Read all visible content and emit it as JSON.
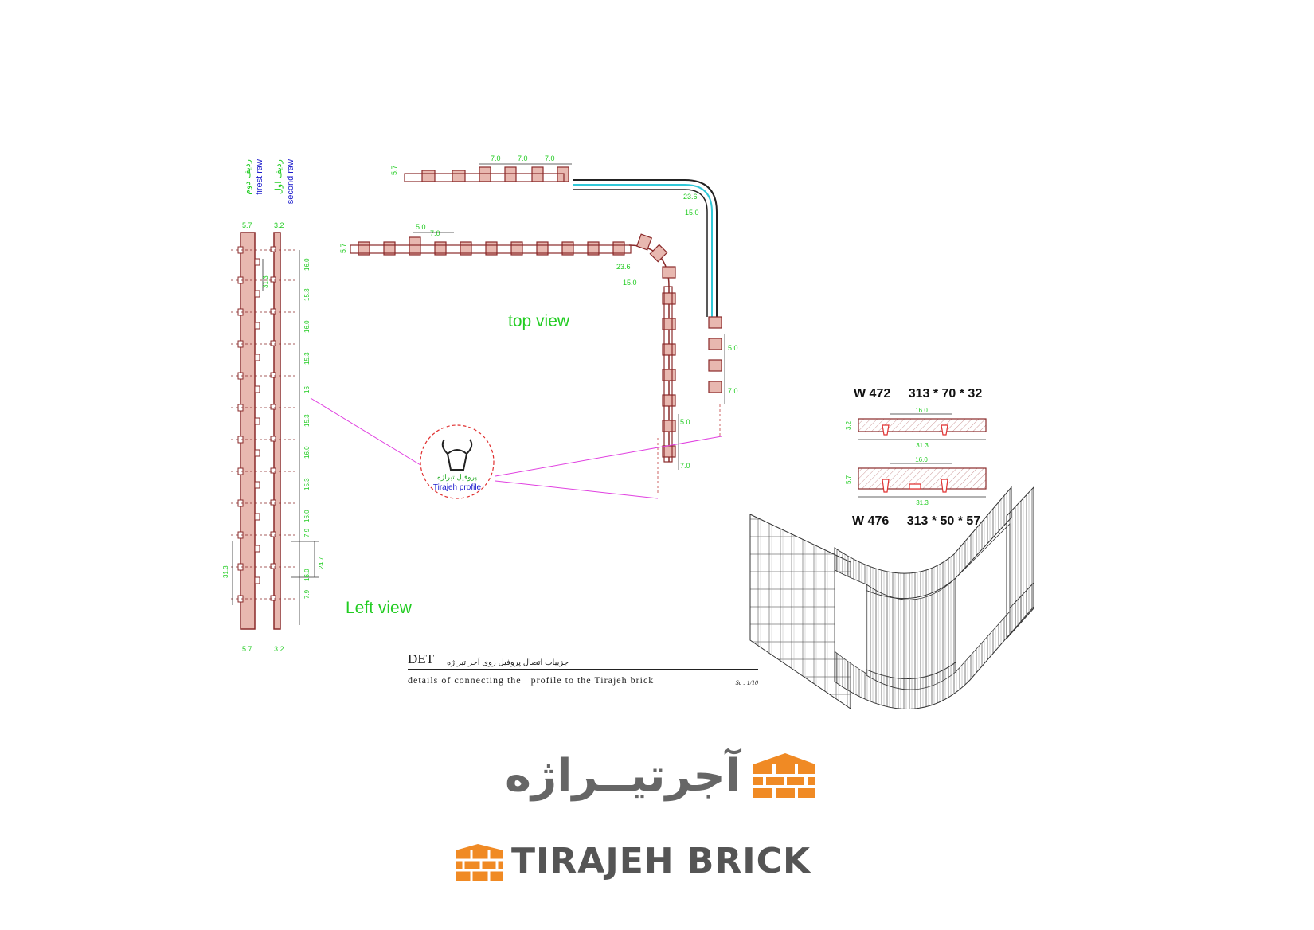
{
  "labels": {
    "top_view": "top view",
    "left_view": "Left view",
    "profile_en": "Tirajeh profile",
    "profile_fa": "پروفیل تیراژه",
    "row_second_fa": "ردیف دوم",
    "row_second_en": "firest raw",
    "row_first_fa": "ردیف اول",
    "row_first_en": "second raw"
  },
  "bricks": [
    {
      "code": "W 472",
      "size": "313 * 70 * 32",
      "dim_top": "16.0",
      "dim_bottom": "31.3",
      "dim_side": "3.2"
    },
    {
      "code": "W 476",
      "size": "313 * 50 * 57",
      "dim_top": "16.0",
      "dim_bottom": "31.3",
      "dim_side": "5.7"
    }
  ],
  "title_block": {
    "det": "DET",
    "title_fa": "جزییات اتصال پروفیل روی آجر تیراژه",
    "title_en": "details of connecting the   profile to the Tirajeh brick",
    "scale": "Sc : 1/10"
  },
  "dimensions": {
    "top_row_upper": [
      "7.0",
      "7.0",
      "7.0"
    ],
    "top_row_lower": [
      "5.0",
      "7.0"
    ],
    "radius_a": "23.6",
    "radius_b": "15.0",
    "side_a": "5.0",
    "side_b": "7.0",
    "left_top": [
      "5.7",
      "3.2"
    ],
    "left_bottom": [
      "5.7",
      "3.2"
    ],
    "left_series": [
      "16.0",
      "15.3",
      "16.0",
      "15.3",
      "16",
      "15.3",
      "16.0",
      "15.3",
      "16.0",
      "7.9",
      "16.0",
      "7.9"
    ],
    "left_span_a": "31.3",
    "left_span_b": "31.3",
    "left_span_c": "24.7",
    "row_h": "5.7"
  },
  "logo": {
    "fa": "آجرتیــراژه",
    "en": "TIRAJEH BRICK"
  },
  "colors": {
    "brick_fill": "#e8b8b0",
    "brick_stroke": "#8a2a2a",
    "dimension": "#22cc22",
    "leader": "#e040e0",
    "profile_circle": "#e03030",
    "logo_orange": "#f08a24"
  }
}
